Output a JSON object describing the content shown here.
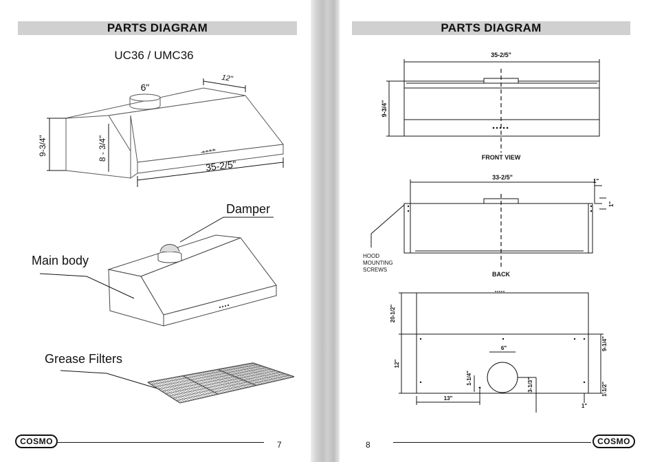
{
  "left_page": {
    "header": "PARTS DIAGRAM",
    "model": "UC36 / UMC36",
    "dims": {
      "duct": "6\"",
      "top_depth": "12\"",
      "height": "9-3/4\"",
      "front_height": "8 - 3/4\"",
      "width": "35-2/5\""
    },
    "callouts": {
      "damper": "Damper",
      "main_body": "Main body",
      "filters": "Grease Filters"
    },
    "logo": "COSMO",
    "page_number": "7"
  },
  "right_page": {
    "header": "PARTS DIAGRAM",
    "front_view": {
      "width": "35-2/5\"",
      "height": "9-3/4\"",
      "label": "FRONT VIEW"
    },
    "back_view": {
      "width": "33-2/5\"",
      "offset_top": "1\"",
      "offset_side": "1\"",
      "screws_line1": "HOOD",
      "screws_line2": "MOUNTING",
      "screws_line3": "SCREWS",
      "label": "BACK"
    },
    "top_view": {
      "depth": "20-1/2\"",
      "lower_depth": "12\"",
      "duct": "6\"",
      "right_top": "9-1/4\"",
      "right_bottom": "1-1/2\"",
      "left_offset": "1-1/4\"",
      "center_offset": "3-1/3\"",
      "bottom_width": "13\"",
      "corner": "1\""
    },
    "logo": "COSMO",
    "page_number": "8"
  }
}
